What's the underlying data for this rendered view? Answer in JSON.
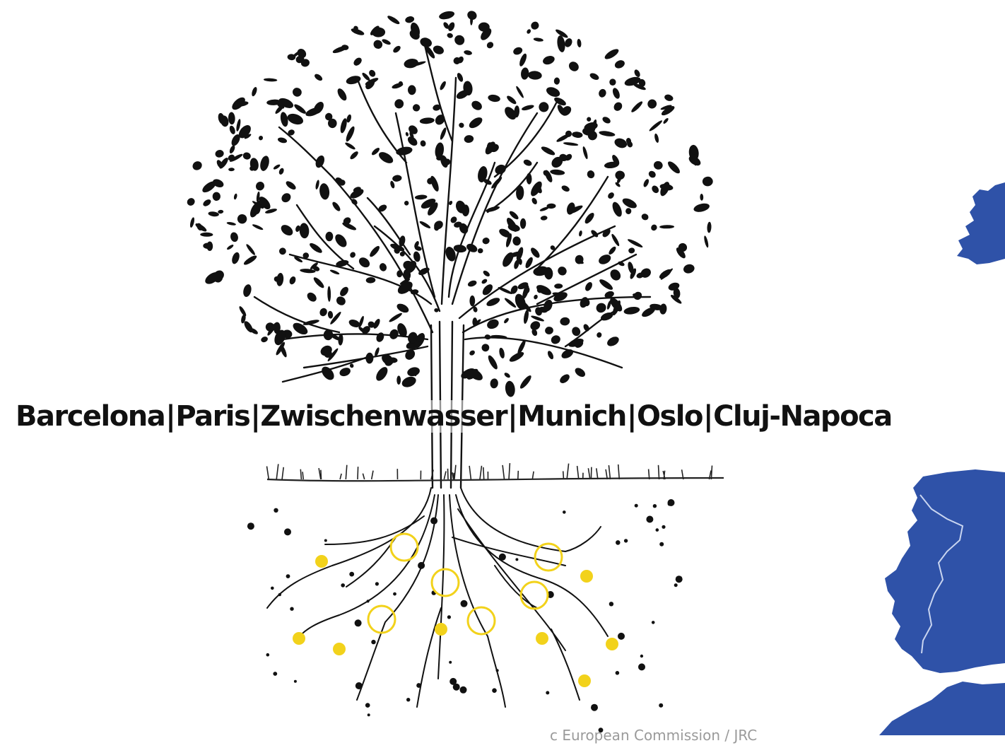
{
  "cities": [
    "Barcelona",
    "Paris",
    "Zwischenwasser",
    "Munich",
    "Oslo",
    "Cluj-Napoca"
  ],
  "separator": "|",
  "credit": "c European Commission / JRC",
  "colors": {
    "ink": "#111111",
    "map_blue": "#2f52a8",
    "mycorrhiza_yellow": "#f2d21b",
    "credit_grey": "#9a9a9a"
  },
  "illustration": {
    "subject": "tree-with-roots-and-mycorrhiza",
    "map": "western-europe-ireland-iberia"
  }
}
